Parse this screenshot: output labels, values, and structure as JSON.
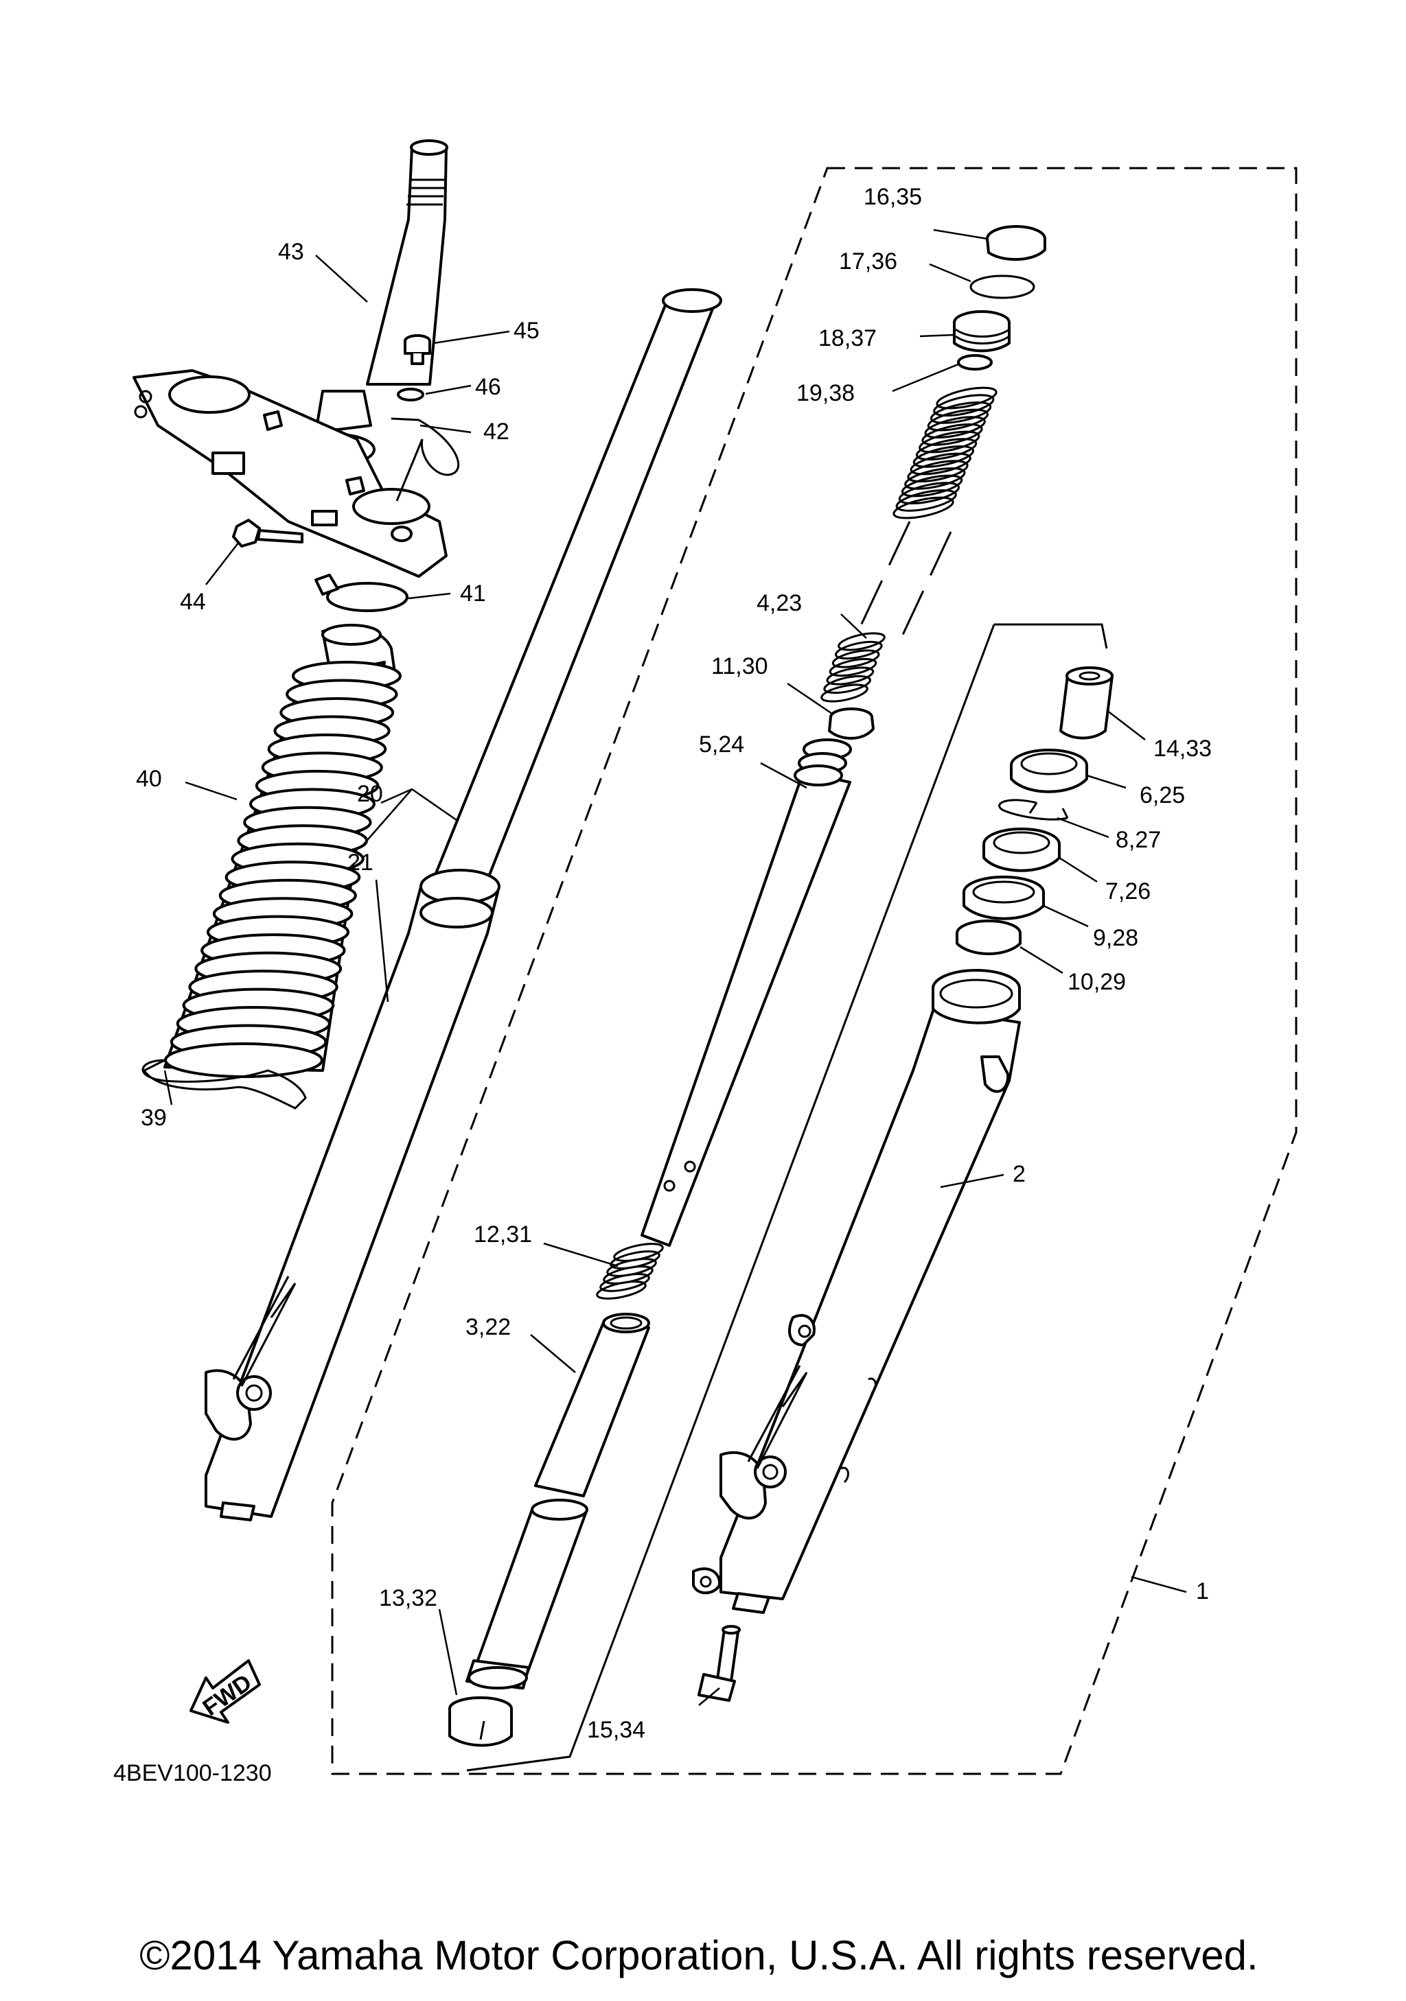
{
  "diagram": {
    "code": "4BEV100-1230",
    "copyright": "©2014 Yamaha Motor Corporation, U.S.A. All rights reserved.",
    "fwd_label": "FWD",
    "callouts": [
      {
        "id": "43",
        "text": "43"
      },
      {
        "id": "45",
        "text": "45"
      },
      {
        "id": "46",
        "text": "46"
      },
      {
        "id": "42",
        "text": "42"
      },
      {
        "id": "44",
        "text": "44"
      },
      {
        "id": "41",
        "text": "41"
      },
      {
        "id": "40",
        "text": "40"
      },
      {
        "id": "20",
        "text": "20"
      },
      {
        "id": "21",
        "text": "21"
      },
      {
        "id": "39",
        "text": "39"
      },
      {
        "id": "16,35",
        "text": "16,35"
      },
      {
        "id": "17,36",
        "text": "17,36"
      },
      {
        "id": "18,37",
        "text": "18,37"
      },
      {
        "id": "19,38",
        "text": "19,38"
      },
      {
        "id": "4,23",
        "text": "4,23"
      },
      {
        "id": "11,30",
        "text": "11,30"
      },
      {
        "id": "5,24",
        "text": "5,24"
      },
      {
        "id": "14,33",
        "text": "14,33"
      },
      {
        "id": "6,25",
        "text": "6,25"
      },
      {
        "id": "8,27",
        "text": "8,27"
      },
      {
        "id": "7,26",
        "text": "7,26"
      },
      {
        "id": "9,28",
        "text": "9,28"
      },
      {
        "id": "10,29",
        "text": "10,29"
      },
      {
        "id": "2",
        "text": "2"
      },
      {
        "id": "12,31",
        "text": "12,31"
      },
      {
        "id": "3,22",
        "text": "3,22"
      },
      {
        "id": "13,32",
        "text": "13,32"
      },
      {
        "id": "15,34",
        "text": "15,34"
      },
      {
        "id": "1",
        "text": "1"
      }
    ]
  }
}
